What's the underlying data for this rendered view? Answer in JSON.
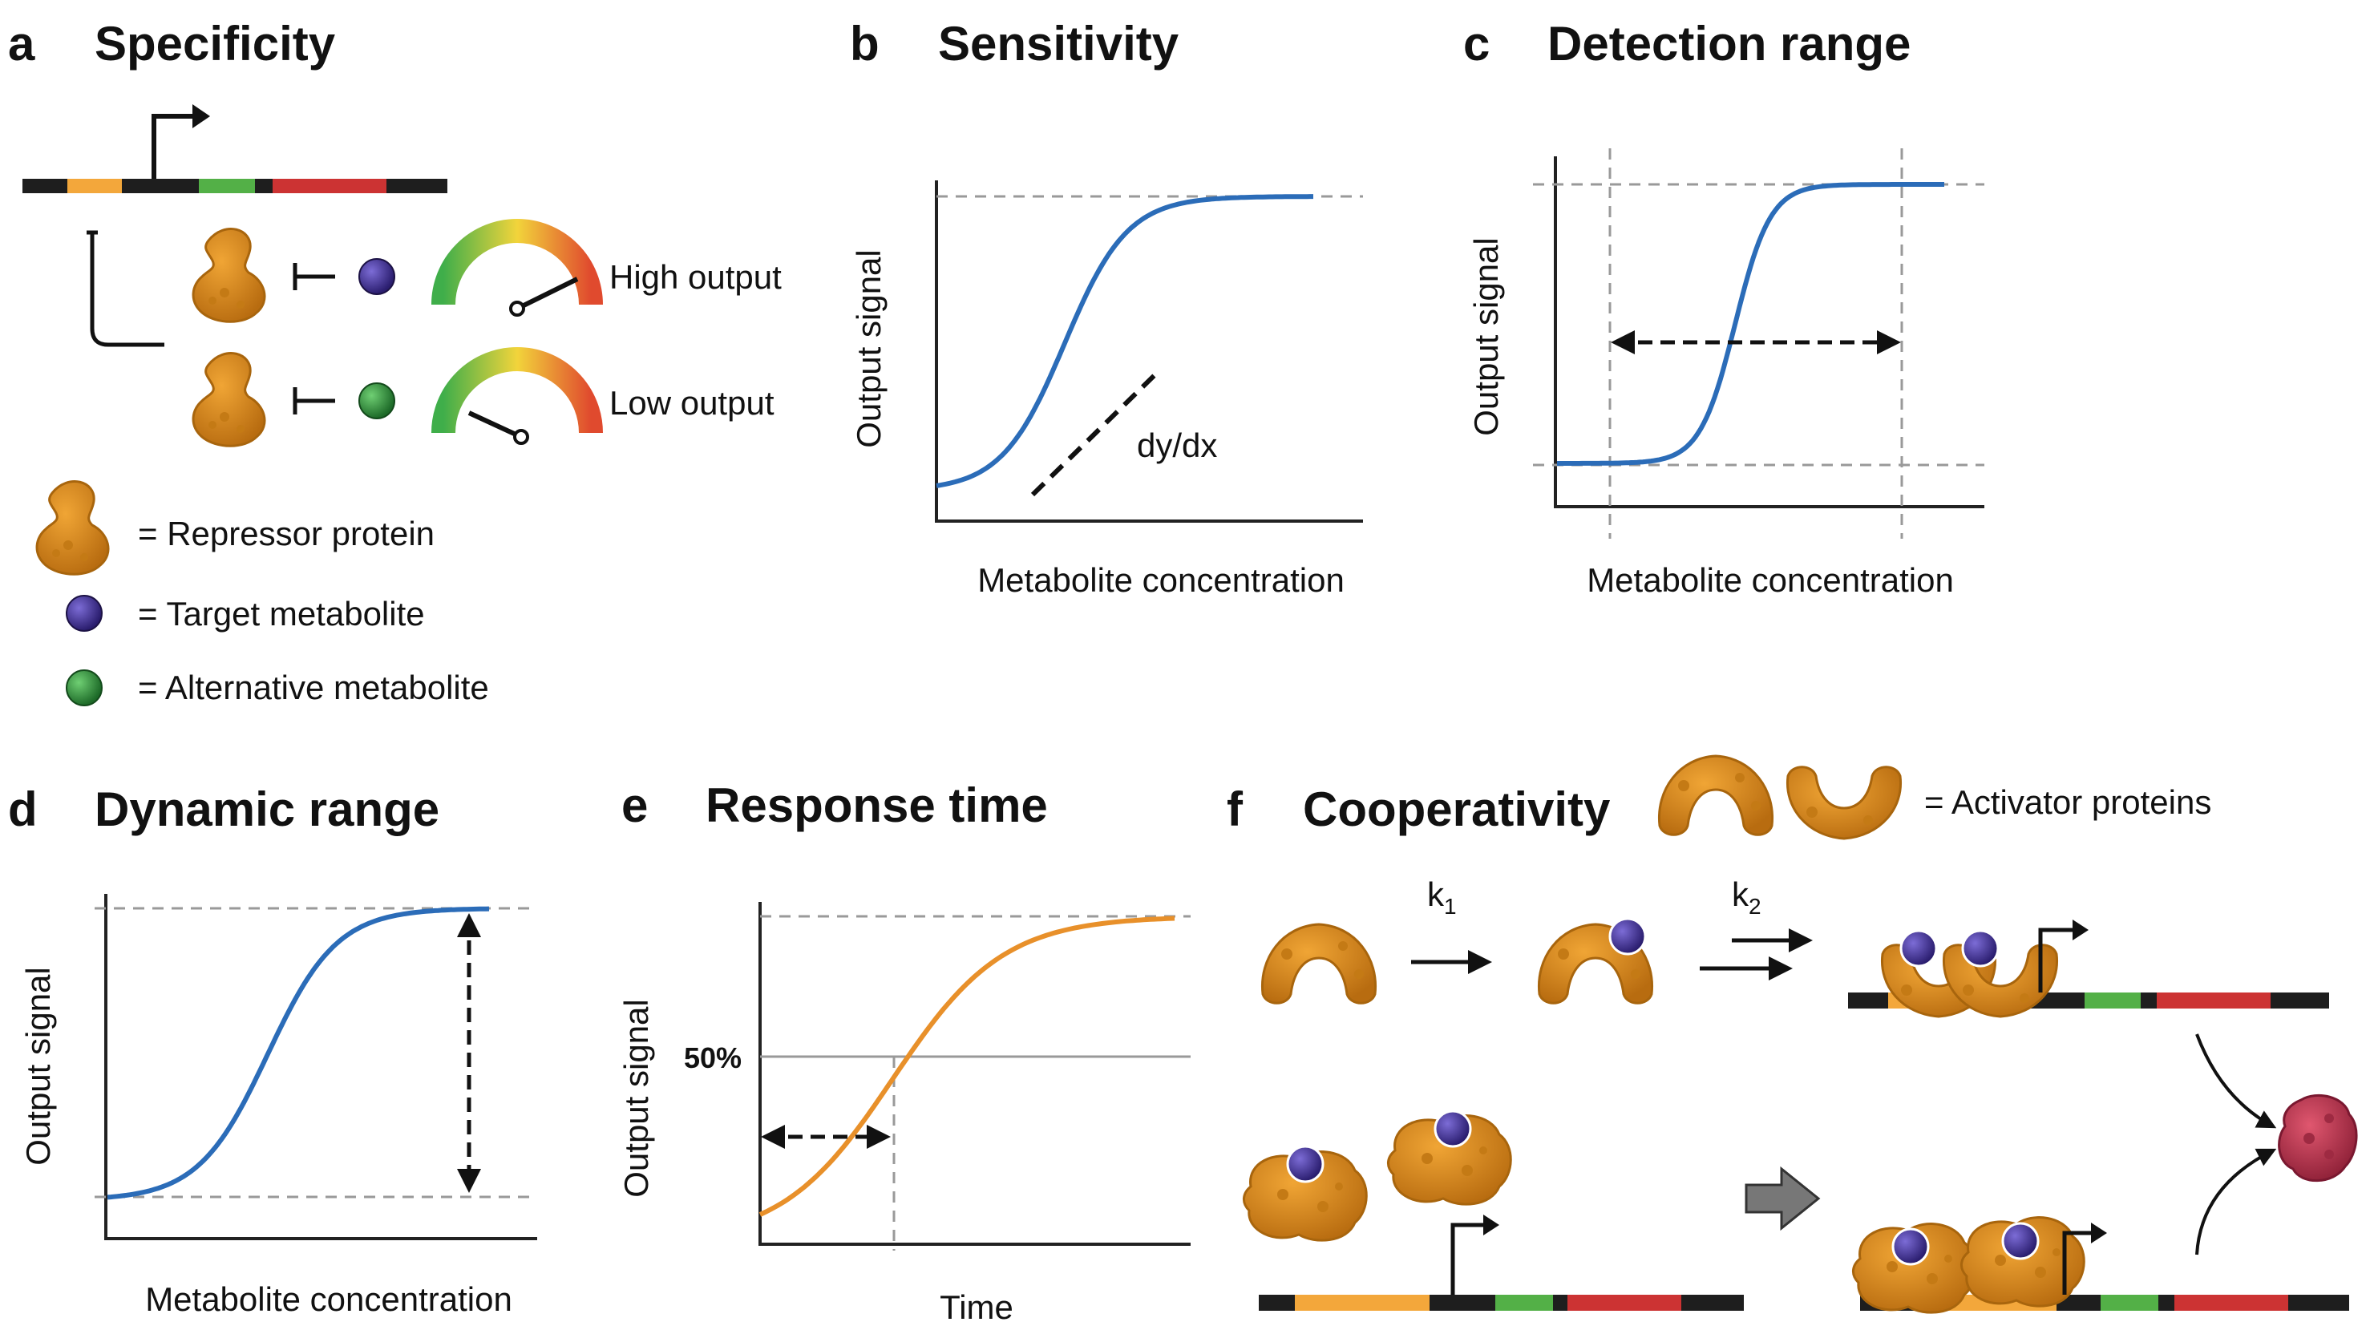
{
  "panels": {
    "a": {
      "letter": "a",
      "title": "Specificity",
      "high_output": "High output",
      "low_output": "Low output",
      "legend": [
        "= Repressor protein",
        "= Target metabolite",
        "= Alternative metabolite"
      ]
    },
    "b": {
      "letter": "b",
      "title": "Sensitivity",
      "xlabel": "Metabolite concentration",
      "ylabel": "Output signal",
      "slope_label": "dy/dx"
    },
    "c": {
      "letter": "c",
      "title": "Detection range",
      "xlabel": "Metabolite concentration",
      "ylabel": "Output signal"
    },
    "d": {
      "letter": "d",
      "title": "Dynamic range",
      "xlabel": "Metabolite concentration",
      "ylabel": "Output signal"
    },
    "e": {
      "letter": "e",
      "title": "Response time",
      "xlabel": "Time",
      "ylabel": "Output signal",
      "half_label": "50%"
    },
    "f": {
      "letter": "f",
      "title": "Cooperativity",
      "legend": "= Activator proteins",
      "k1": "k",
      "k1_sub": "1",
      "k2": "k",
      "k2_sub": "2"
    }
  },
  "colors": {
    "curve_blue": "#2b6cb8",
    "curve_orange": "#e8902a",
    "protein": "#d3891e",
    "protein_dark": "#a8650d",
    "target_metabolite": "#3c2d8a",
    "alt_metabolite": "#2f8a3a",
    "dna_black": "#1e1e1e",
    "dna_orange": "#f3a73b",
    "dna_green": "#53b047",
    "dna_red": "#cc3333",
    "product": "#b5324c"
  },
  "icons": [
    "promoter-arrow-icon",
    "repressor-protein-icon",
    "activator-protein-icon",
    "metabolite-icon",
    "gauge-icon",
    "product-protein-icon"
  ]
}
